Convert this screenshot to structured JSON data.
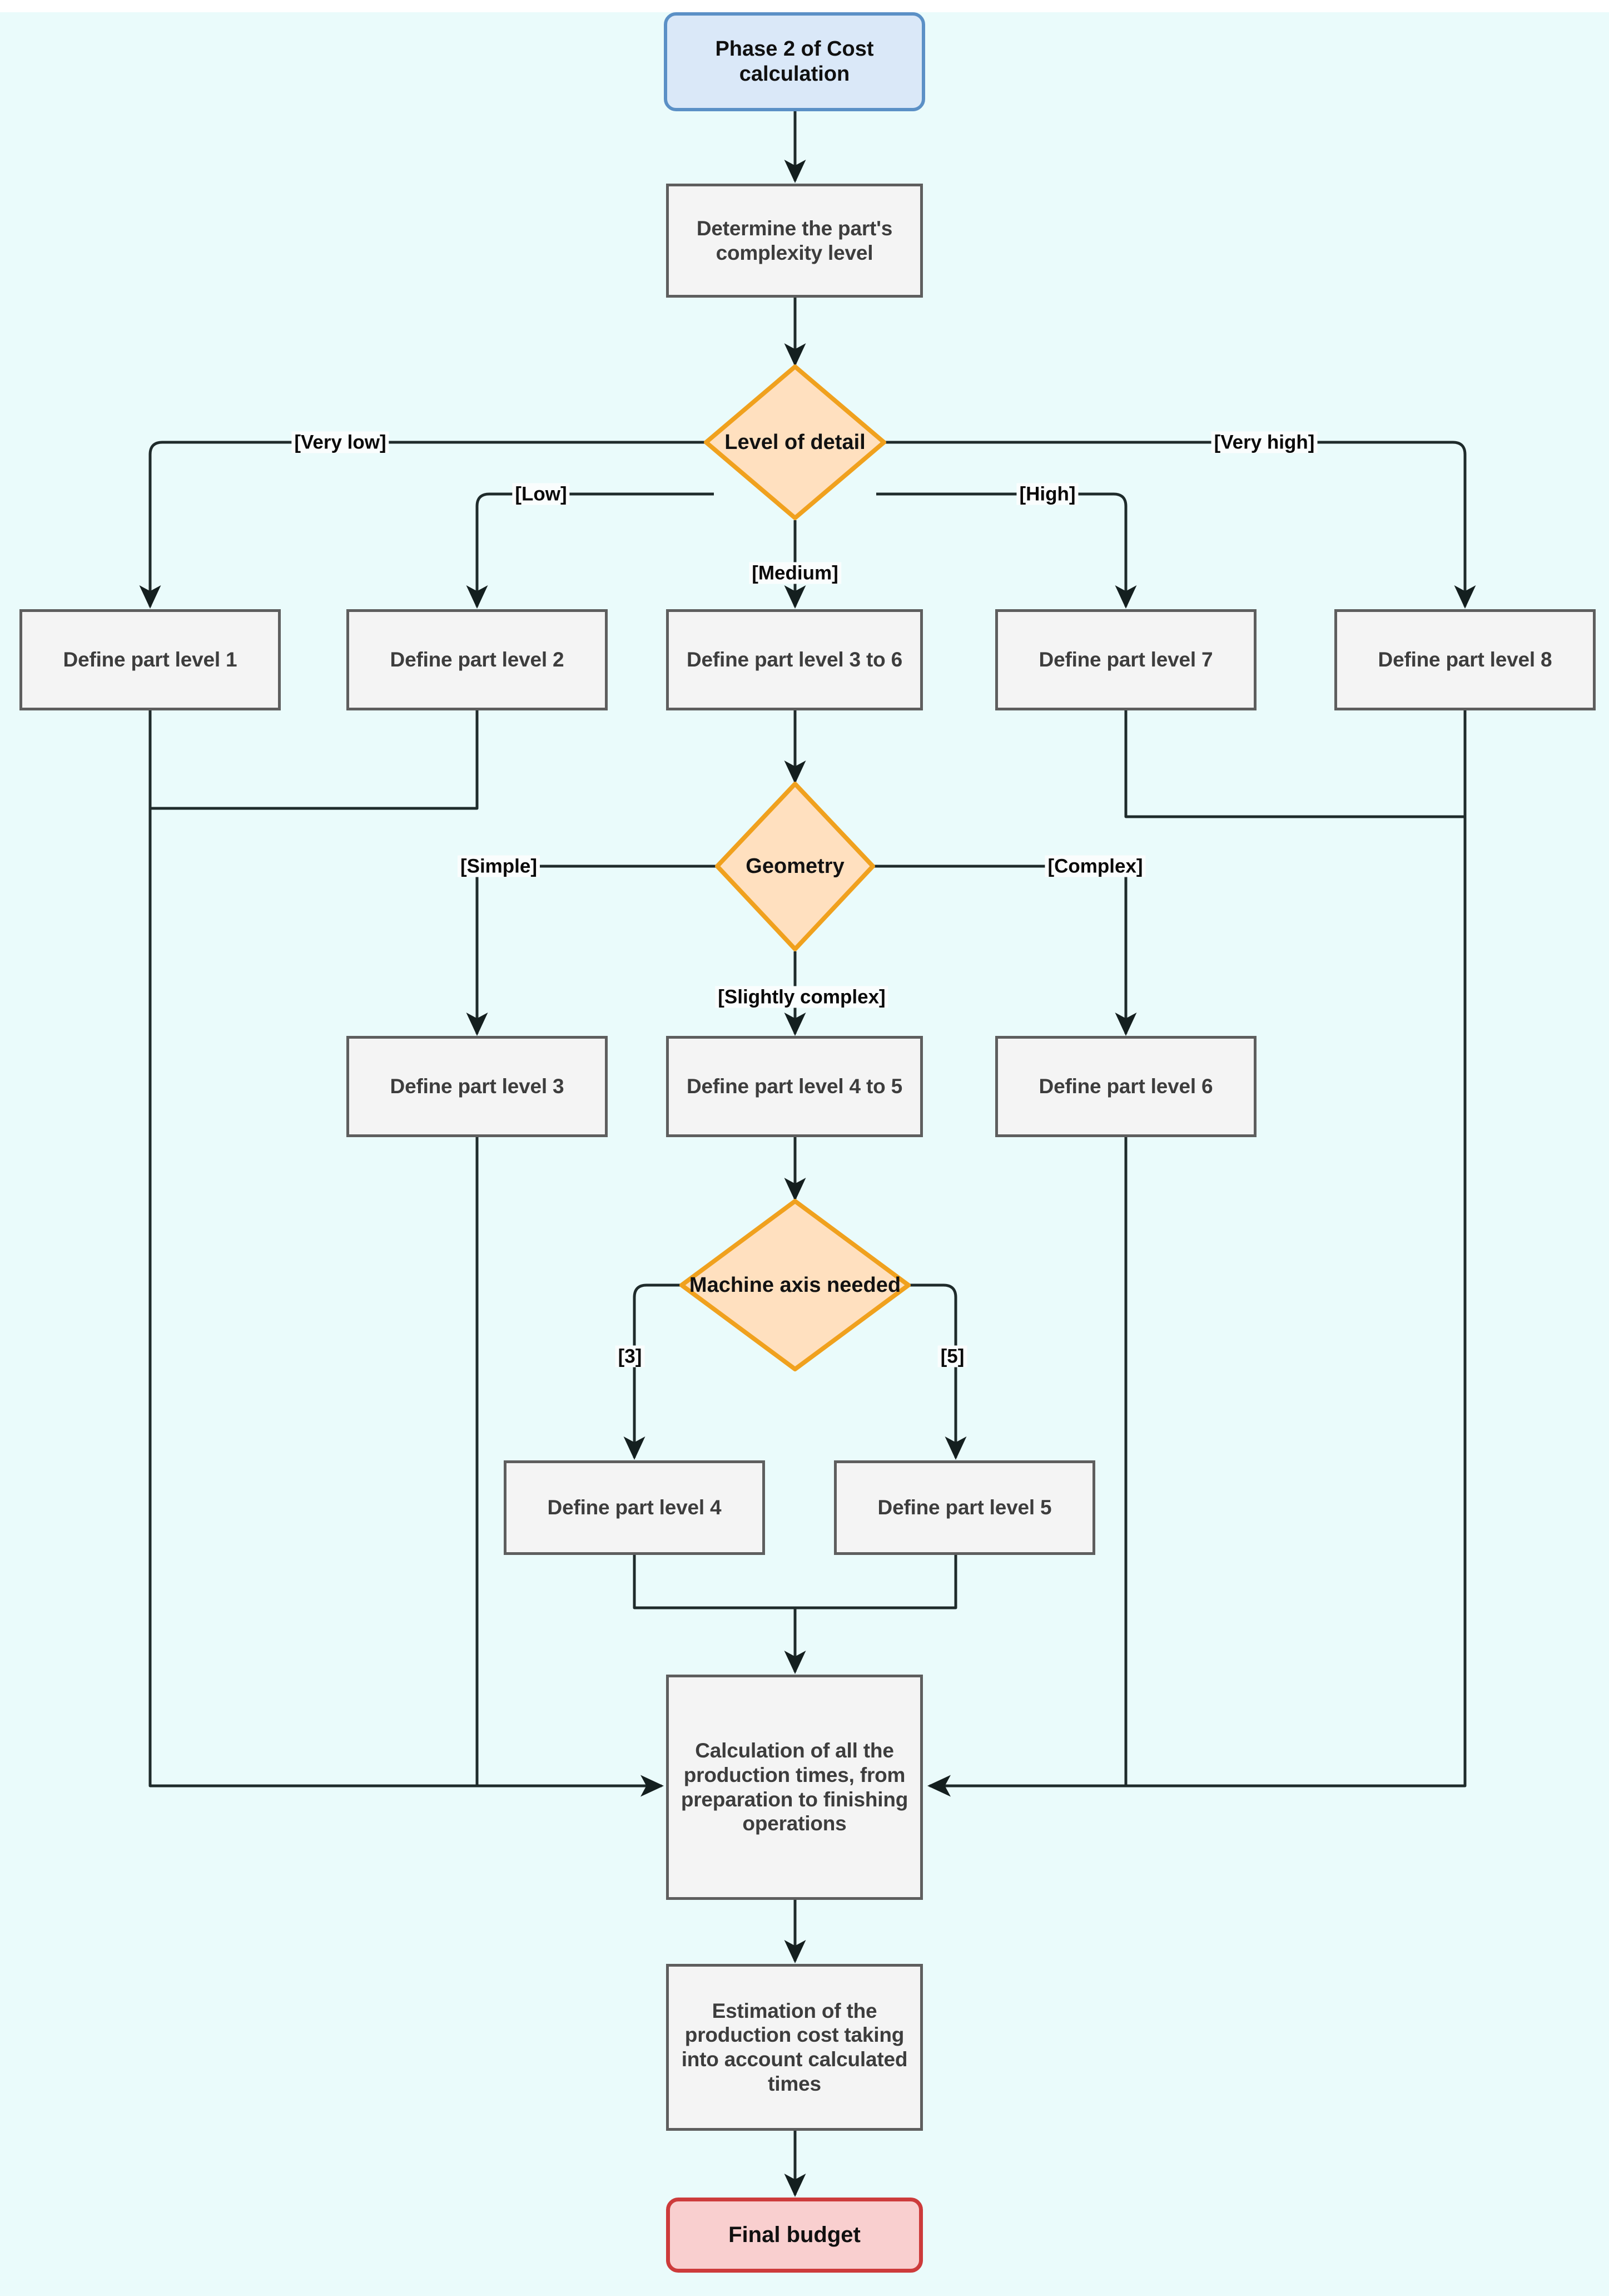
{
  "diagram": {
    "title": "Phase 2 of Cost calculation",
    "background_color": "#eafbfb",
    "colors": {
      "start_fill": "#dae8f8",
      "start_border": "#5b90c6",
      "process_fill": "#f4f4f4",
      "process_border": "#5e5e5e",
      "decision_fill": "#ffe0bf",
      "decision_border": "#f0a11e",
      "end_fill": "#f9cfcf",
      "end_border": "#cd3b3b",
      "edge_stroke": "#1f2b2b"
    }
  },
  "nodes": {
    "start": {
      "label": "Phase 2 of Cost calculation",
      "type": "start"
    },
    "determine_complexity": {
      "label": "Determine the part's complexity level",
      "type": "process"
    },
    "level_of_detail": {
      "label": "Level of detail",
      "type": "decision"
    },
    "part1": {
      "label": "Define part level 1",
      "type": "process"
    },
    "part2": {
      "label": "Define part level 2",
      "type": "process"
    },
    "part3to6": {
      "label": "Define part level 3 to 6",
      "type": "process"
    },
    "part7": {
      "label": "Define part level 7",
      "type": "process"
    },
    "part8": {
      "label": "Define part level 8",
      "type": "process"
    },
    "geometry": {
      "label": "Geometry",
      "type": "decision"
    },
    "part3": {
      "label": "Define part level 3",
      "type": "process"
    },
    "part4to5": {
      "label": "Define part level 4 to 5",
      "type": "process"
    },
    "part6": {
      "label": "Define part level 6",
      "type": "process"
    },
    "machine_axis": {
      "label": "Machine axis needed",
      "type": "decision"
    },
    "part4": {
      "label": "Define part level 4",
      "type": "process"
    },
    "part5": {
      "label": "Define part level 5",
      "type": "process"
    },
    "calculation": {
      "label": "Calculation of all the production times, from preparation to finishing operations",
      "type": "process"
    },
    "estimation": {
      "label": "Estimation of the production cost taking into account calculated times",
      "type": "process"
    },
    "final": {
      "label": "Final budget",
      "type": "end"
    }
  },
  "edge_labels": {
    "very_low": "[Very low]",
    "low": "[Low]",
    "medium": "[Medium]",
    "high": "[High]",
    "very_high": "[Very high]",
    "simple": "[Simple]",
    "slightly_complex": "[Slightly complex]",
    "complex": "[Complex]",
    "axis3": "[3]",
    "axis5": "[5]"
  },
  "chart_data": {
    "type": "flowchart",
    "title": "Phase 2 of Cost calculation",
    "orientation": "top-to-bottom",
    "nodes": [
      {
        "id": "start",
        "label": "Phase 2 of Cost calculation",
        "shape": "rounded-rect",
        "fill": "#dae8f8",
        "stroke": "#5b90c6"
      },
      {
        "id": "determine_complexity",
        "label": "Determine the part's complexity level",
        "shape": "rect",
        "fill": "#f4f4f4",
        "stroke": "#5e5e5e"
      },
      {
        "id": "level_of_detail",
        "label": "Level of detail",
        "shape": "diamond",
        "fill": "#ffe0bf",
        "stroke": "#f0a11e"
      },
      {
        "id": "part1",
        "label": "Define part level 1",
        "shape": "rect"
      },
      {
        "id": "part2",
        "label": "Define part level 2",
        "shape": "rect"
      },
      {
        "id": "part3to6",
        "label": "Define part level 3 to 6",
        "shape": "rect"
      },
      {
        "id": "part7",
        "label": "Define part level 7",
        "shape": "rect"
      },
      {
        "id": "part8",
        "label": "Define part level 8",
        "shape": "rect"
      },
      {
        "id": "geometry",
        "label": "Geometry",
        "shape": "diamond",
        "fill": "#ffe0bf",
        "stroke": "#f0a11e"
      },
      {
        "id": "part3",
        "label": "Define part level 3",
        "shape": "rect"
      },
      {
        "id": "part4to5",
        "label": "Define part level 4 to 5",
        "shape": "rect"
      },
      {
        "id": "part6",
        "label": "Define part level 6",
        "shape": "rect"
      },
      {
        "id": "machine_axis",
        "label": "Machine axis needed",
        "shape": "diamond",
        "fill": "#ffe0bf",
        "stroke": "#f0a11e"
      },
      {
        "id": "part4",
        "label": "Define part level 4",
        "shape": "rect"
      },
      {
        "id": "part5",
        "label": "Define part level 5",
        "shape": "rect"
      },
      {
        "id": "calculation",
        "label": "Calculation of all the production times, from preparation to finishing operations",
        "shape": "rect"
      },
      {
        "id": "estimation",
        "label": "Estimation of the production cost taking into account calculated times",
        "shape": "rect"
      },
      {
        "id": "final",
        "label": "Final budget",
        "shape": "rounded-rect",
        "fill": "#f9cfcf",
        "stroke": "#cd3b3b"
      }
    ],
    "edges": [
      {
        "from": "start",
        "to": "determine_complexity",
        "label": ""
      },
      {
        "from": "determine_complexity",
        "to": "level_of_detail",
        "label": ""
      },
      {
        "from": "level_of_detail",
        "to": "part1",
        "label": "[Very low]"
      },
      {
        "from": "level_of_detail",
        "to": "part2",
        "label": "[Low]"
      },
      {
        "from": "level_of_detail",
        "to": "part3to6",
        "label": "[Medium]"
      },
      {
        "from": "level_of_detail",
        "to": "part7",
        "label": "[High]"
      },
      {
        "from": "level_of_detail",
        "to": "part8",
        "label": "[Very high]"
      },
      {
        "from": "part3to6",
        "to": "geometry",
        "label": ""
      },
      {
        "from": "geometry",
        "to": "part3",
        "label": "[Simple]"
      },
      {
        "from": "geometry",
        "to": "part4to5",
        "label": "[Slightly complex]"
      },
      {
        "from": "geometry",
        "to": "part6",
        "label": "[Complex]"
      },
      {
        "from": "part4to5",
        "to": "machine_axis",
        "label": ""
      },
      {
        "from": "machine_axis",
        "to": "part4",
        "label": "[3]"
      },
      {
        "from": "machine_axis",
        "to": "part5",
        "label": "[5]"
      },
      {
        "from": "part4",
        "to": "calculation",
        "label": ""
      },
      {
        "from": "part5",
        "to": "calculation",
        "label": ""
      },
      {
        "from": "part1",
        "to": "calculation",
        "label": ""
      },
      {
        "from": "part2",
        "to": "calculation",
        "label": ""
      },
      {
        "from": "part3",
        "to": "calculation",
        "label": ""
      },
      {
        "from": "part6",
        "to": "calculation",
        "label": ""
      },
      {
        "from": "part7",
        "to": "calculation",
        "label": ""
      },
      {
        "from": "part8",
        "to": "calculation",
        "label": ""
      },
      {
        "from": "calculation",
        "to": "estimation",
        "label": ""
      },
      {
        "from": "estimation",
        "to": "final",
        "label": ""
      }
    ]
  }
}
